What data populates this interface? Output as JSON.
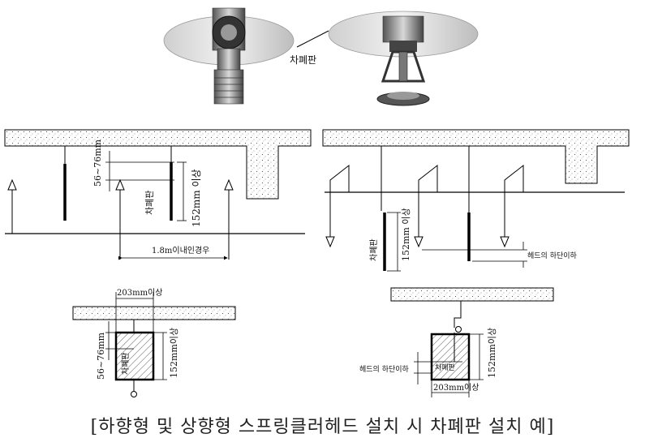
{
  "photo_label": "차폐판",
  "left_section": {
    "dim_vertical": "56~76mm",
    "plate_label": "차폐판",
    "dim_plate": "152mm 이상",
    "dim_horizontal": "1.8m이내인경우"
  },
  "right_section": {
    "plate_label": "차폐판",
    "dim_plate": "152mm 이상",
    "head_label": "헤드의 하단이하"
  },
  "bottom_left": {
    "dim_top": "203mm이상",
    "dim_vertical": "56~76mm",
    "plate_label": "차폐판",
    "dim_plate": "152mm이상"
  },
  "bottom_right": {
    "head_label": "헤드의 하단이하",
    "plate_label": "차폐판",
    "dim_plate": "152mm이상",
    "dim_bottom": "203mm이상"
  },
  "caption": "[하향형 및 상향형 스프링클러헤드 설치 시  차폐판 설치 예]"
}
